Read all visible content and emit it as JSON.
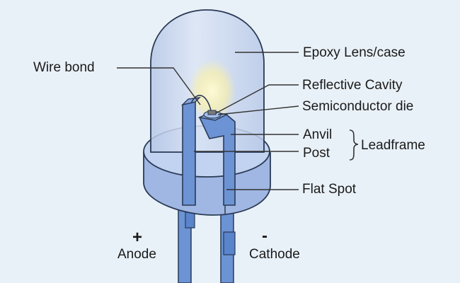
{
  "labels": {
    "wire_bond": "Wire bond",
    "epoxy_lens": "Epoxy Lens/case",
    "reflective_cavity": "Reflective Cavity",
    "semiconductor_die": "Semiconductor die",
    "anvil": "Anvil",
    "post": "Post",
    "leadframe": "Leadframe",
    "flat_spot": "Flat Spot",
    "anode_sign": "+",
    "anode": "Anode",
    "cathode_sign": "-",
    "cathode": "Cathode"
  },
  "colors": {
    "background": "#e9f1f8",
    "lens_fill": "#c9d7ee",
    "rim_fill": "#9fb7e2",
    "rim_top": "#c1d3f1",
    "lead_fill": "#6c93d4",
    "outline": "#2a3a55",
    "leader": "#333333",
    "glow": "#fff6b0"
  }
}
